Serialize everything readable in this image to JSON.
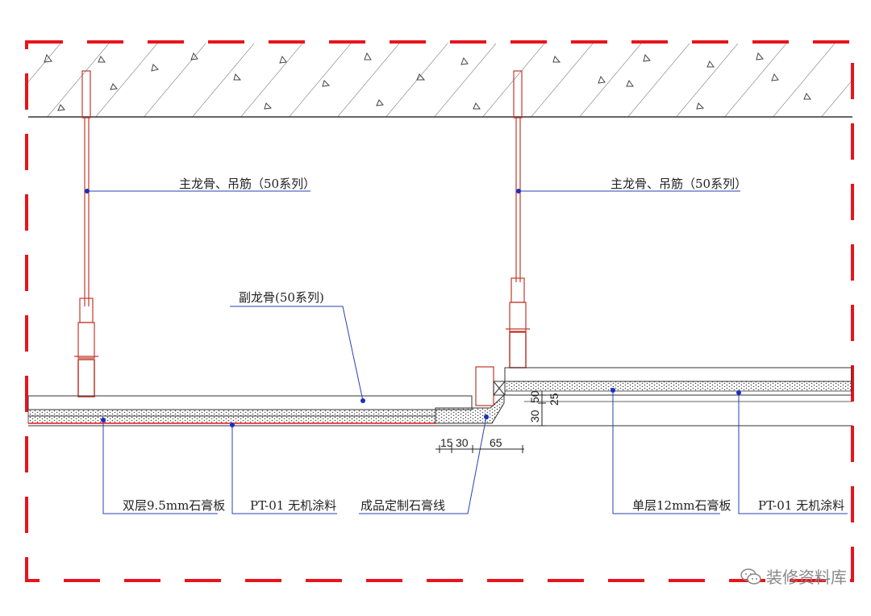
{
  "labels": {
    "main_keel_left": "主龙骨、吊筋（50系列）",
    "main_keel_right": "主龙骨、吊筋（50系列）",
    "sub_keel": "副龙骨(50系列)",
    "double_board": "双层9.5mm石膏板",
    "pt01_left": "PT-01 无机涂料",
    "plaster_line": "成品定制石膏线",
    "single_board": "单层12mm石膏板",
    "pt01_right": "PT-01 无机涂料"
  },
  "dimensions": {
    "d15": "15",
    "d30": "30",
    "d65": "65",
    "d50": "50",
    "d25": "25",
    "d30v": "30"
  },
  "watermark": "装修资料库",
  "colors": {
    "frame": "#e8141c",
    "line": "#333333",
    "leader": "#2a3fb5",
    "hanger": "#c0392b"
  }
}
